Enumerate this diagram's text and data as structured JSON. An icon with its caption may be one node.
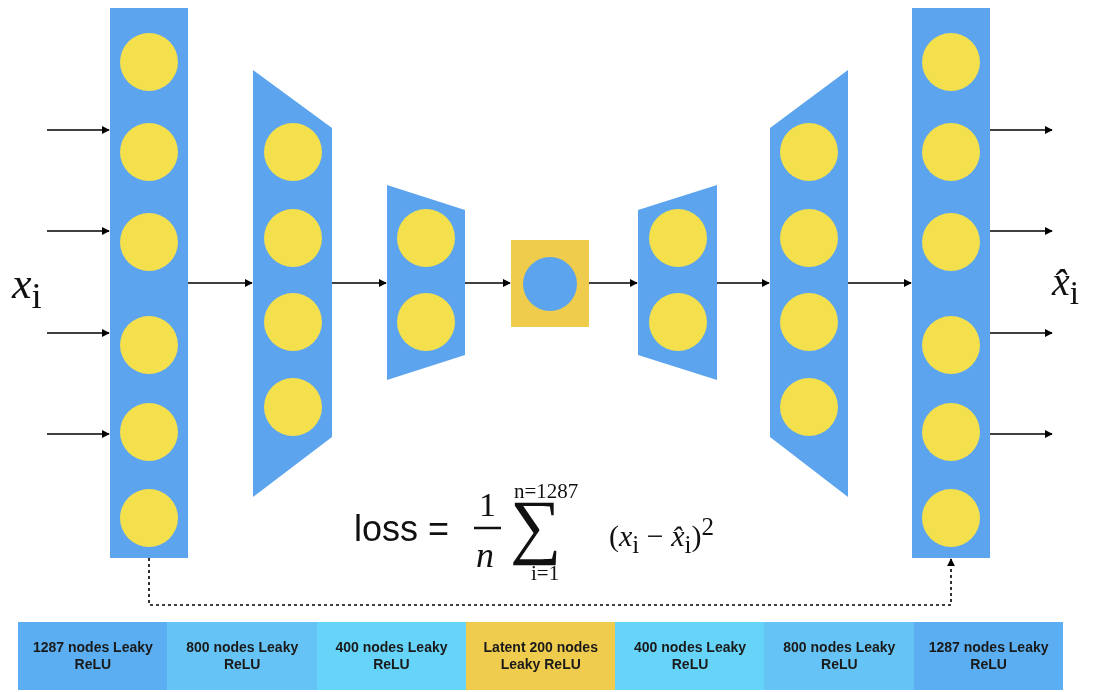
{
  "diagram": {
    "nodes": [
      {
        "text": [],
        "shape": "box"
      },
      {
        "text": [],
        "shape": "circle",
        "in": 0
      },
      {
        "text": [],
        "shape": "circle",
        "in": 0
      },
      {
        "text": [],
        "shape": "circle",
        "in": 0
      },
      {
        "text": [],
        "shape": "circle",
        "in": 0
      },
      {
        "text": [],
        "shape": "circle",
        "in": 0
      },
      {
        "text": [],
        "shape": "circle",
        "in": 0
      },
      {
        "text": [],
        "shape": "trapezoid"
      },
      {
        "text": [],
        "shape": "circle",
        "in": 7
      },
      {
        "text": [],
        "shape": "circle",
        "in": 7
      },
      {
        "text": [],
        "shape": "circle",
        "in": 7
      },
      {
        "text": [],
        "shape": "circle",
        "in": 7
      },
      {
        "text": [],
        "shape": "trapezoid"
      },
      {
        "text": [],
        "shape": "circle",
        "in": 12
      },
      {
        "text": [],
        "shape": "circle",
        "in": 12
      },
      {
        "text": [],
        "shape": "box"
      },
      {
        "text": [],
        "shape": "circle",
        "in": 15
      },
      {
        "text": [],
        "shape": "trapezoid"
      },
      {
        "text": [],
        "shape": "circle",
        "in": 17
      },
      {
        "text": [],
        "shape": "circle",
        "in": 17
      },
      {
        "text": [],
        "shape": "trapezoid"
      },
      {
        "text": [],
        "shape": "circle",
        "in": 20
      },
      {
        "text": [],
        "shape": "circle",
        "in": 20
      },
      {
        "text": [],
        "shape": "circle",
        "in": 20
      },
      {
        "text": [],
        "shape": "circle",
        "in": 20
      },
      {
        "text": [],
        "shape": "box"
      },
      {
        "text": [],
        "shape": "circle",
        "in": 25
      },
      {
        "text": [],
        "shape": "circle",
        "in": 25
      },
      {
        "text": [],
        "shape": "circle",
        "in": 25
      },
      {
        "text": [],
        "shape": "circle",
        "in": 25
      },
      {
        "text": [],
        "shape": "circle",
        "in": 25
      },
      {
        "text": [],
        "shape": "circle",
        "in": 25
      }
    ],
    "edges": [
      {
        "from": null,
        "to": 0,
        "arrow": "to"
      },
      {
        "from": null,
        "to": 0,
        "arrow": "to"
      },
      {
        "from": null,
        "to": 0,
        "arrow": "to"
      },
      {
        "from": null,
        "to": 0,
        "arrow": "to"
      },
      {
        "from": 0,
        "to": 7,
        "arrow": "to"
      },
      {
        "from": 7,
        "to": 12,
        "arrow": "to"
      },
      {
        "from": 12,
        "to": 15,
        "arrow": "to"
      },
      {
        "from": 15,
        "to": 17,
        "arrow": "to"
      },
      {
        "from": 17,
        "to": 20,
        "arrow": "to"
      },
      {
        "from": 20,
        "to": 25,
        "arrow": "to"
      },
      {
        "from": 25,
        "to": null,
        "arrow": "to"
      },
      {
        "from": 25,
        "to": null,
        "arrow": "to"
      },
      {
        "from": 25,
        "to": null,
        "arrow": "to"
      },
      {
        "from": 25,
        "to": null,
        "arrow": "to"
      },
      {
        "from": 0,
        "to": 25,
        "arrow": "to",
        "style": "dashed"
      }
    ],
    "labels": [
      "*x*$_{i}$",
      "*x̂*$_{i}$",
      "loss =",
      "1",
      "n=1287",
      "∑",
      "*n*",
      "i=1",
      "(*x*$_{i}$ − *x̂*$_{i}$)$^{2}$",
      "1287 nodes Leaky ReLU",
      "800 nodes Leaky ReLU",
      "400 nodes Leaky ReLU",
      "Latent 200 nodes Leaky ReLU",
      "400 nodes Leaky ReLU",
      "800 nodes Leaky ReLU",
      "1287 nodes Leaky ReLU"
    ]
  }
}
